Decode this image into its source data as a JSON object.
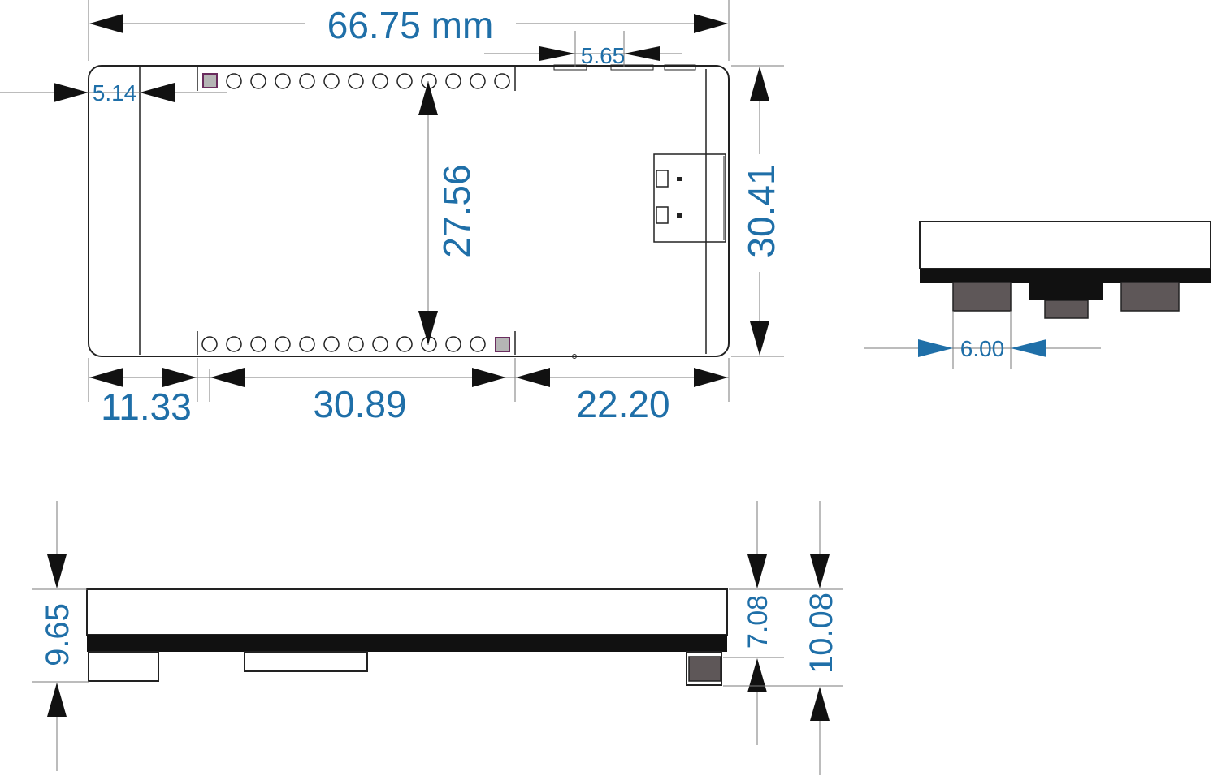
{
  "colors": {
    "dimension_text": "#1f6fa8",
    "outline": "#222222",
    "pad_square": "#b5b5b5",
    "pad_square_border": "#6a2c5e",
    "component_dark": "#5e5758",
    "board_dark": "#111111",
    "blue_arrow": "#1f6fa8"
  },
  "top_view": {
    "overall_width": "66.75 mm",
    "header_offset": "5.14",
    "connector_width": "5.65",
    "pin_span": "27.56",
    "overall_height": "30.41",
    "left_margin": "11.33",
    "header_length": "30.89",
    "right_section": "22.20"
  },
  "end_view": {
    "component_spacing": "6.00"
  },
  "side_view": {
    "total_height": "9.65",
    "board_to_component": "7.08",
    "overall_height": "10.08"
  }
}
